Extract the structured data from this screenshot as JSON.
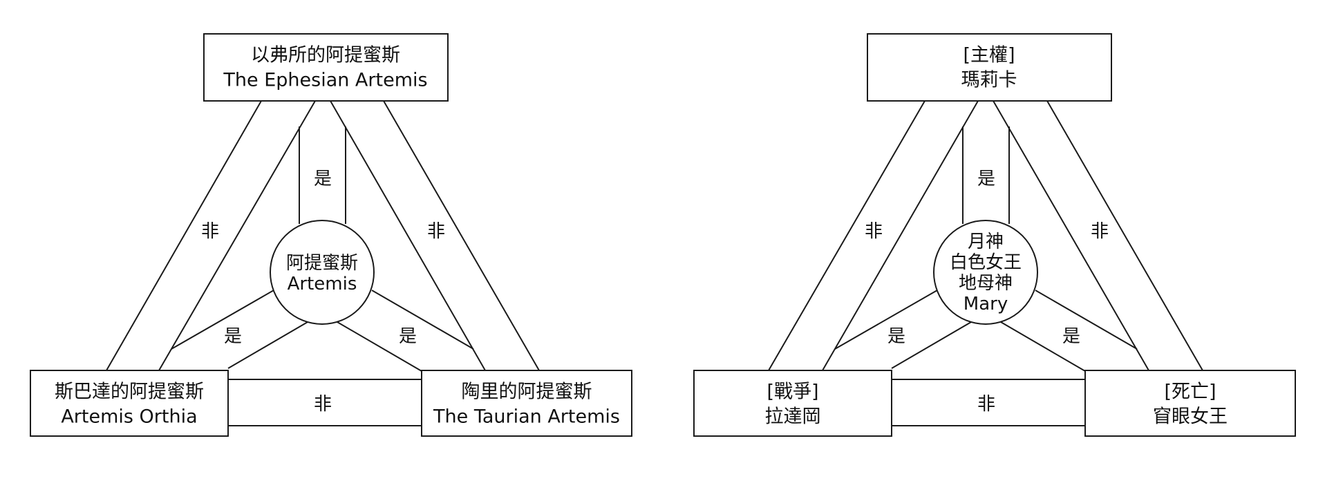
{
  "diagrams": [
    {
      "top_box": [
        "以弗所的阿提蜜斯",
        "The Ephesian Artemis"
      ],
      "left_box": [
        "斯巴達的阿提蜜斯",
        "Artemis Orthia"
      ],
      "right_box": [
        "陶里的阿提蜜斯",
        "The Taurian Artemis"
      ],
      "center": [
        "阿提蜜斯",
        "Artemis"
      ],
      "is_label": "是",
      "not_label": "非"
    },
    {
      "top_box": [
        "[主權]",
        "瑪莉卡"
      ],
      "left_box": [
        "[戰爭]",
        "拉達岡"
      ],
      "right_box": [
        "[死亡]",
        "窅眼女王"
      ],
      "center": [
        "月神",
        "白色女王",
        "地母神",
        "Mary"
      ],
      "is_label": "是",
      "not_label": "非"
    }
  ]
}
